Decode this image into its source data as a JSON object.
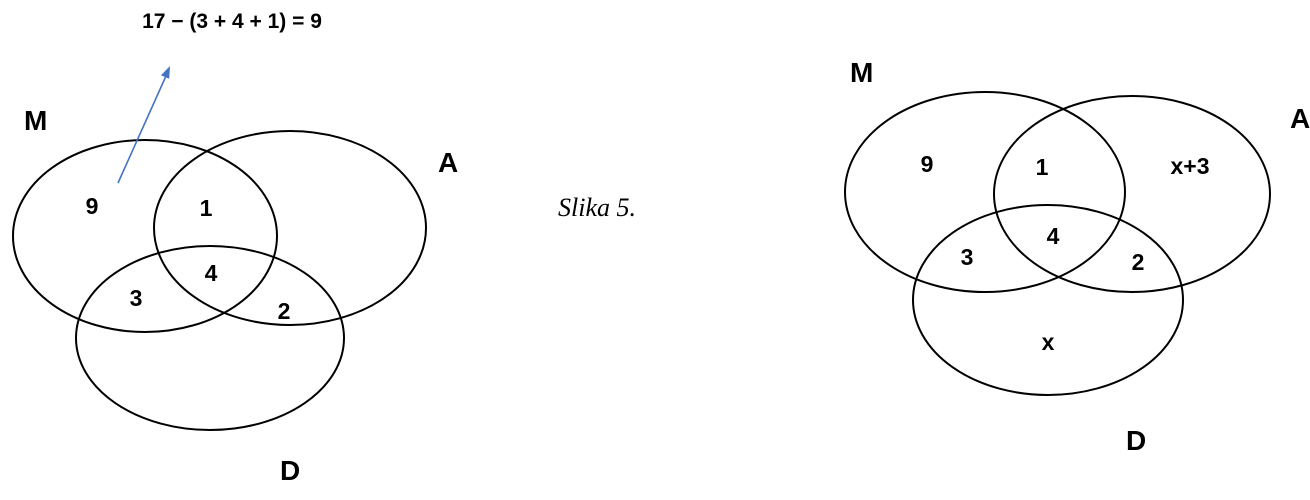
{
  "caption": "Slika 5.",
  "colors": {
    "highlight_red": "#ff0000",
    "arrow_blue": "#4472c4",
    "circle_stroke": "#000000"
  },
  "left_diagram": {
    "formula": "17 − (3 + 4 + 1) = 9",
    "set_labels": {
      "m": "M",
      "a": "A",
      "d": "D"
    },
    "region_values": {
      "m_only": "9",
      "m_a": "1",
      "m_a_d": "4",
      "m_d": "3",
      "a_d": "2"
    }
  },
  "right_diagram": {
    "set_labels": {
      "m": "M",
      "a": "A",
      "d": "D"
    },
    "region_values": {
      "m_only": "9",
      "m_a": "1",
      "a_only": "x+3",
      "m_a_d": "4",
      "m_d": "3",
      "a_d": "2",
      "d_only": "x"
    }
  }
}
